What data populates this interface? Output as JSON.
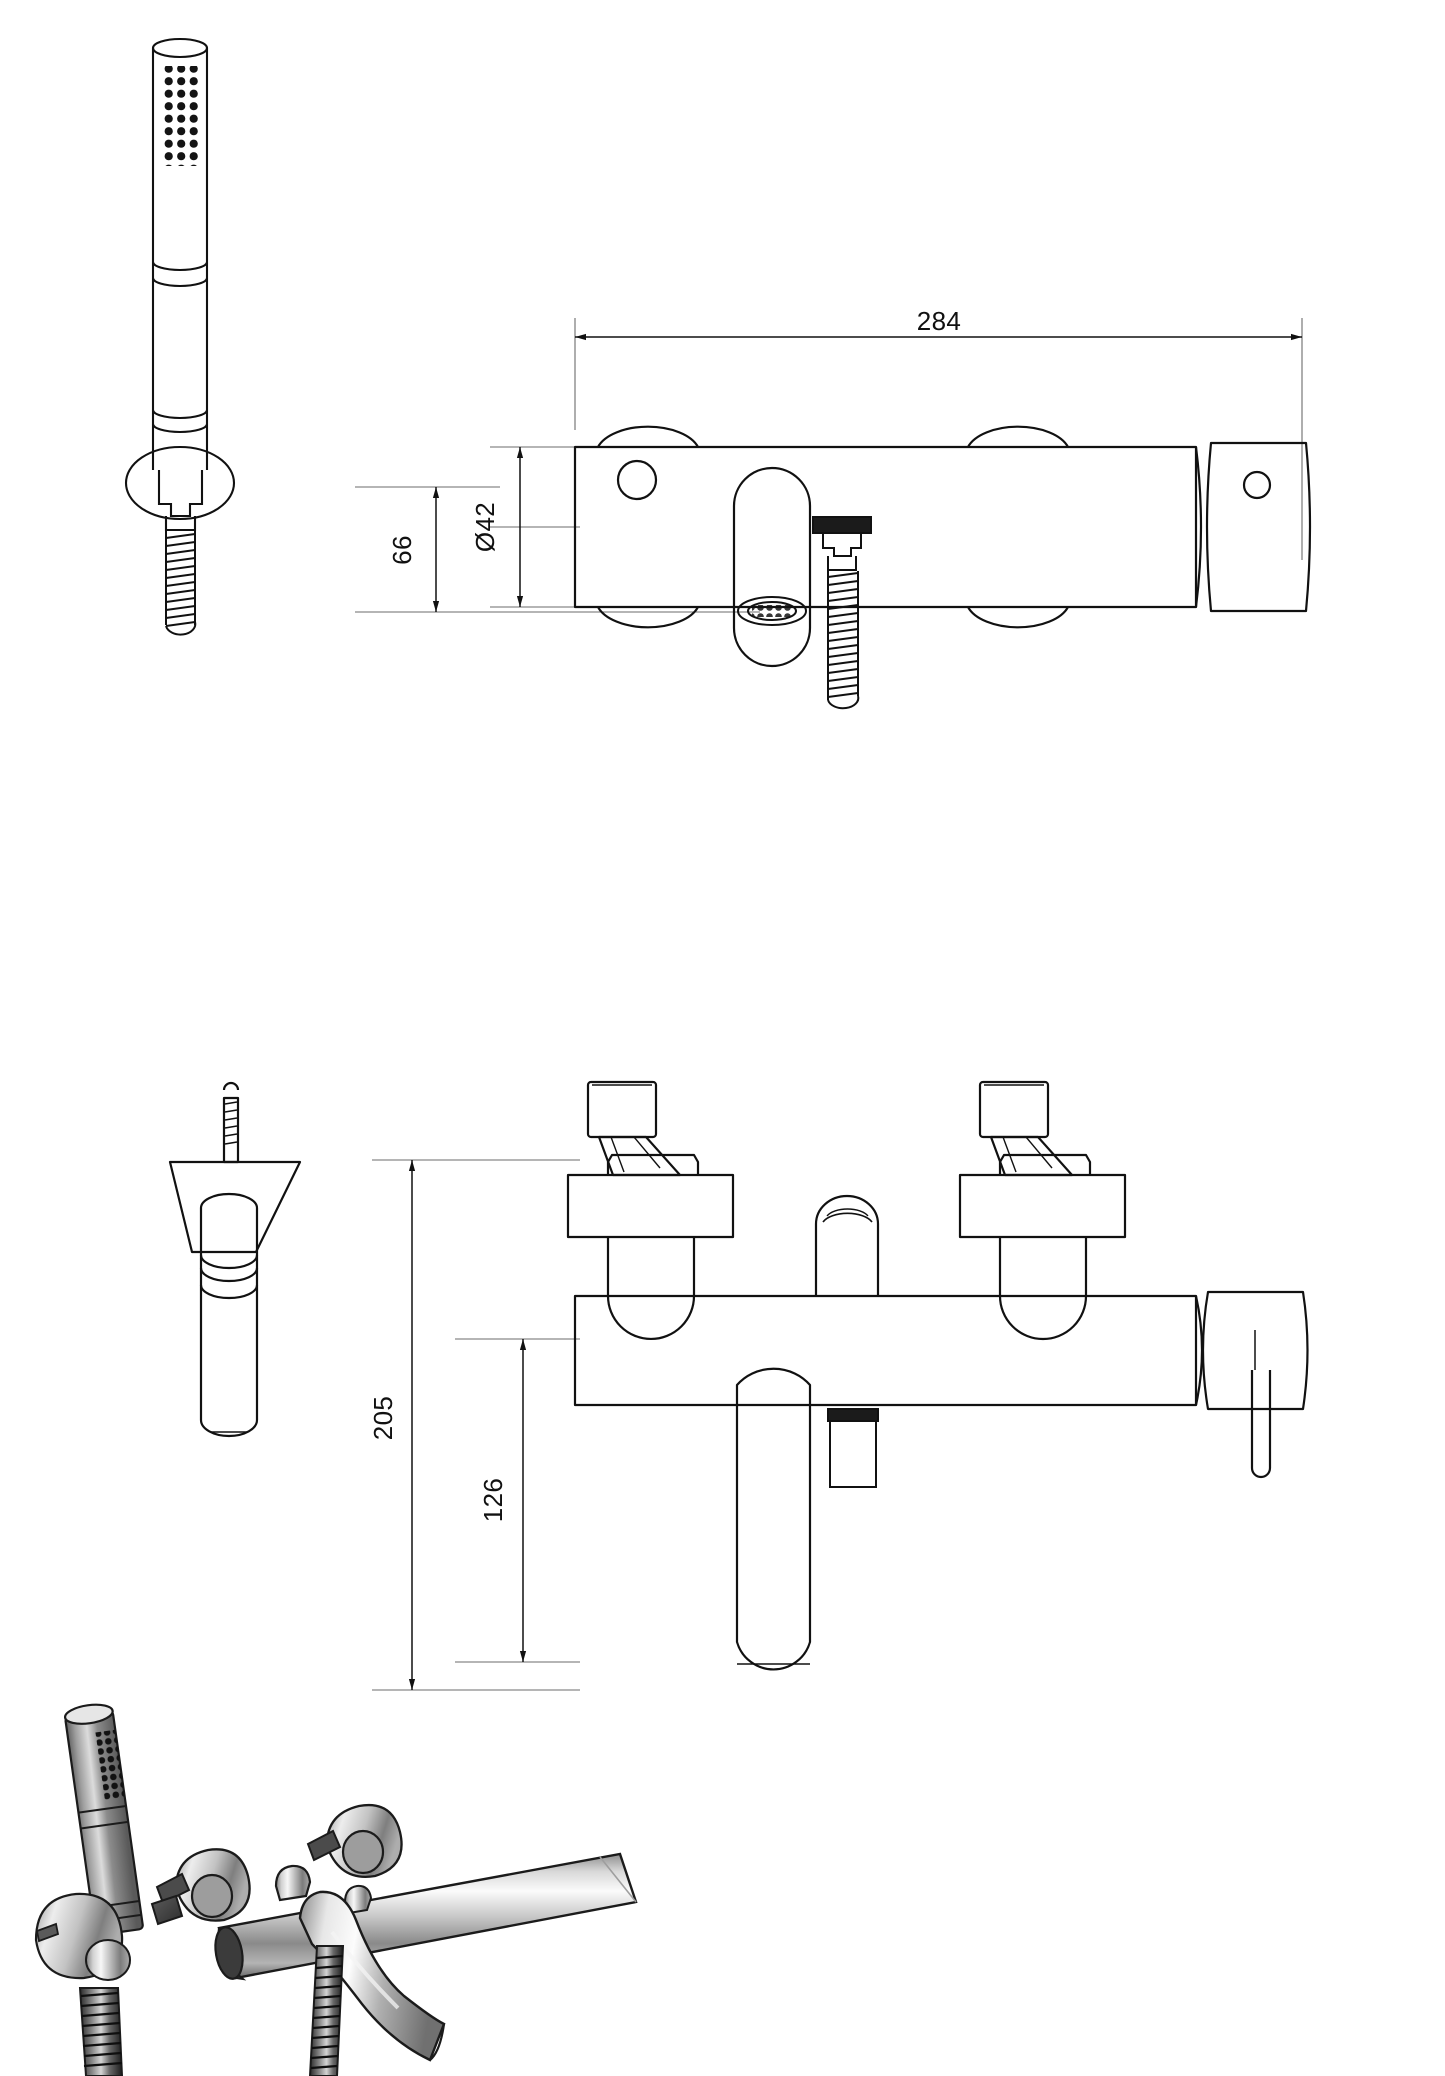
{
  "drawing": {
    "type": "technical-dimension-drawing",
    "subject": "wall-mounted bath shower mixer tap with hand shower",
    "units": "mm",
    "background_color": "#ffffff",
    "line_color": "#111111",
    "thin_line_color": "#6b6b6b"
  },
  "dimensions": {
    "overall_width": "284",
    "body_diameter": "Ø42",
    "spout_projection": "66",
    "overall_height": "205",
    "spout_height": "126"
  },
  "views": [
    {
      "id": "hand-shower-elevation",
      "label": ""
    },
    {
      "id": "top-view",
      "label": ""
    },
    {
      "id": "side-view",
      "label": ""
    },
    {
      "id": "front-elevation",
      "label": ""
    },
    {
      "id": "product-render",
      "label": ""
    }
  ],
  "render": {
    "metal_light": "#f2f2f2",
    "metal_mid": "#b9b9b9",
    "metal_dark": "#6f6f6f",
    "metal_shadow": "#3a3a3a",
    "accent_black": "#1b1b1b"
  }
}
